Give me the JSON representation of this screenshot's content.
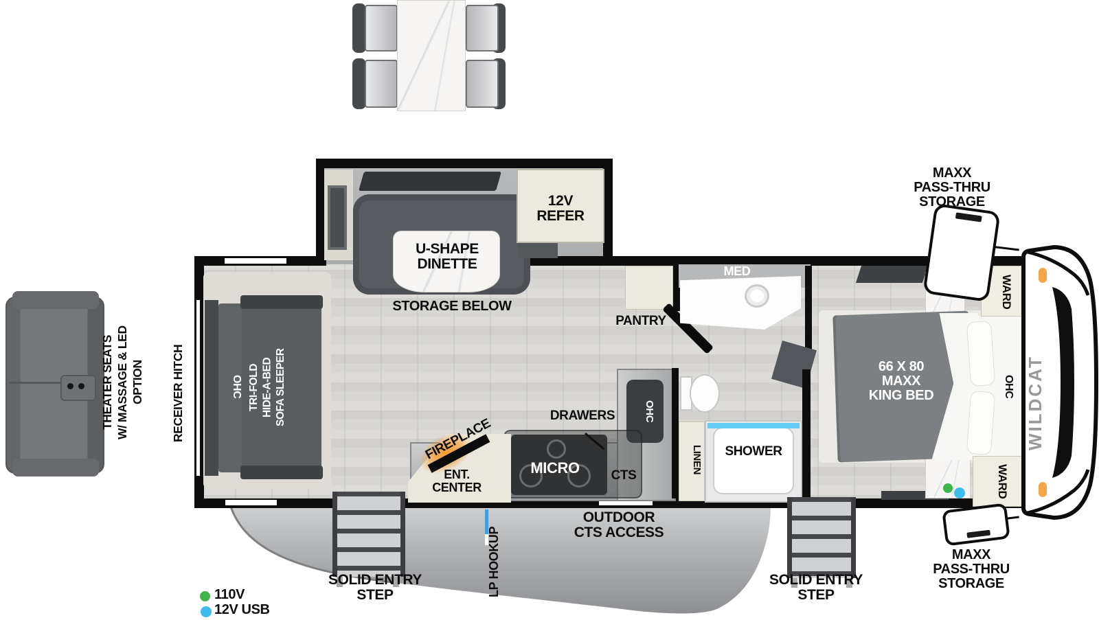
{
  "labels": {
    "receiver_hitch": "RECEIVER HITCH",
    "theater_seats": "THEATER SEATS\nW/ MASSAGE & LED\nOPTION",
    "sofa": "TRI-FOLD\nHIDE-A-BED\nSOFA SLEEPER",
    "ohc_rear": "OHC",
    "storage_below": "STORAGE BELOW",
    "dinette": "U-SHAPE\nDINETTE",
    "refer": "12V\nREFER",
    "fireplace": "FIREPLACE",
    "ent_center": "ENT.\nCENTER",
    "micro": "MICRO",
    "drawers": "DRAWERS",
    "ohc_kitchen": "OHC",
    "cts": "CTS",
    "pantry": "PANTRY",
    "med": "MED",
    "linen": "LINEN",
    "shower": "SHOWER",
    "bed": "66 X 80\nMAXX\nKING BED",
    "ward": "WARD",
    "ohc_bed": "OHC",
    "brand": "WILDCAT",
    "maxx_storage": "MAXX\nPASS-THRU\nSTORAGE",
    "outdoor_cts": "OUTDOOR\nCTS ACCESS",
    "solid_entry_step": "SOLID ENTRY\nSTEP",
    "lp_hookup": "LP HOOKUP"
  },
  "legend": {
    "item_110v": "110V",
    "item_12v_usb": "12V USB"
  },
  "colors": {
    "outlet_110v": "#3db54a",
    "usb_12v": "#3fbcee",
    "clearance_light": "#f2a649",
    "shower_water": "#62cbf1",
    "fireplace_glow": "#f2992e",
    "wall": "#0d0d0d"
  }
}
